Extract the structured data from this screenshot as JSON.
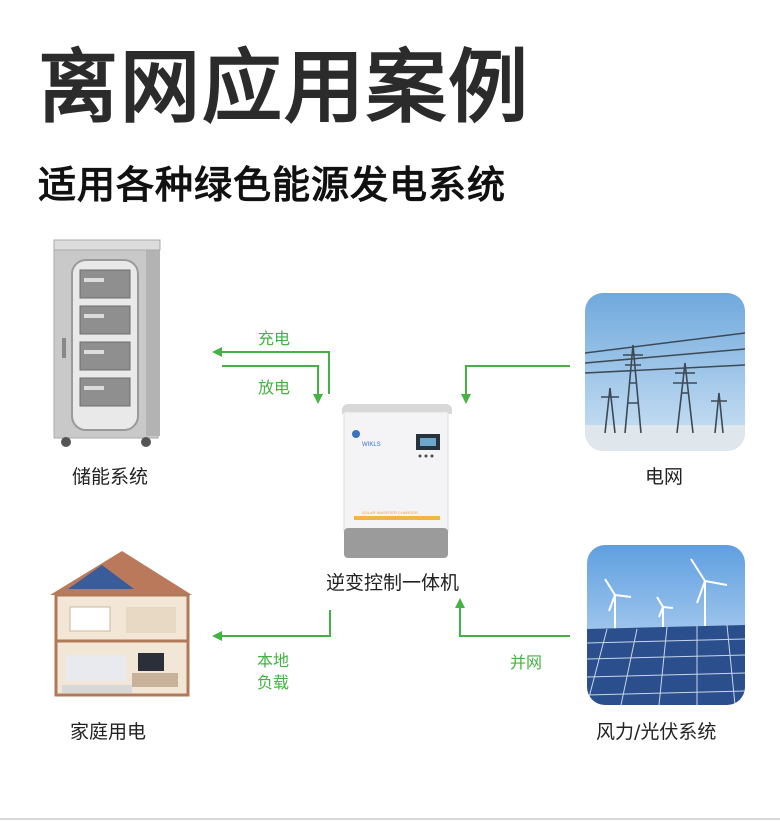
{
  "header": {
    "title": "离网应用案例",
    "subtitle": "适用各种绿色能源发电系统"
  },
  "nodes": {
    "storage": "储能系统",
    "grid": "电网",
    "inverter": "逆变控制一体机",
    "home": "家庭用电",
    "renewable": "风力/光伏系统"
  },
  "flows": {
    "charge": "充电",
    "discharge": "放电",
    "local_load_1": "本地",
    "local_load_2": "负载",
    "grid_tie": "并网"
  },
  "device": {
    "brand": "WIKLS",
    "product_line": "SOLAR INVERTER CHARGER"
  },
  "colors": {
    "accent_green": "#44b244"
  }
}
